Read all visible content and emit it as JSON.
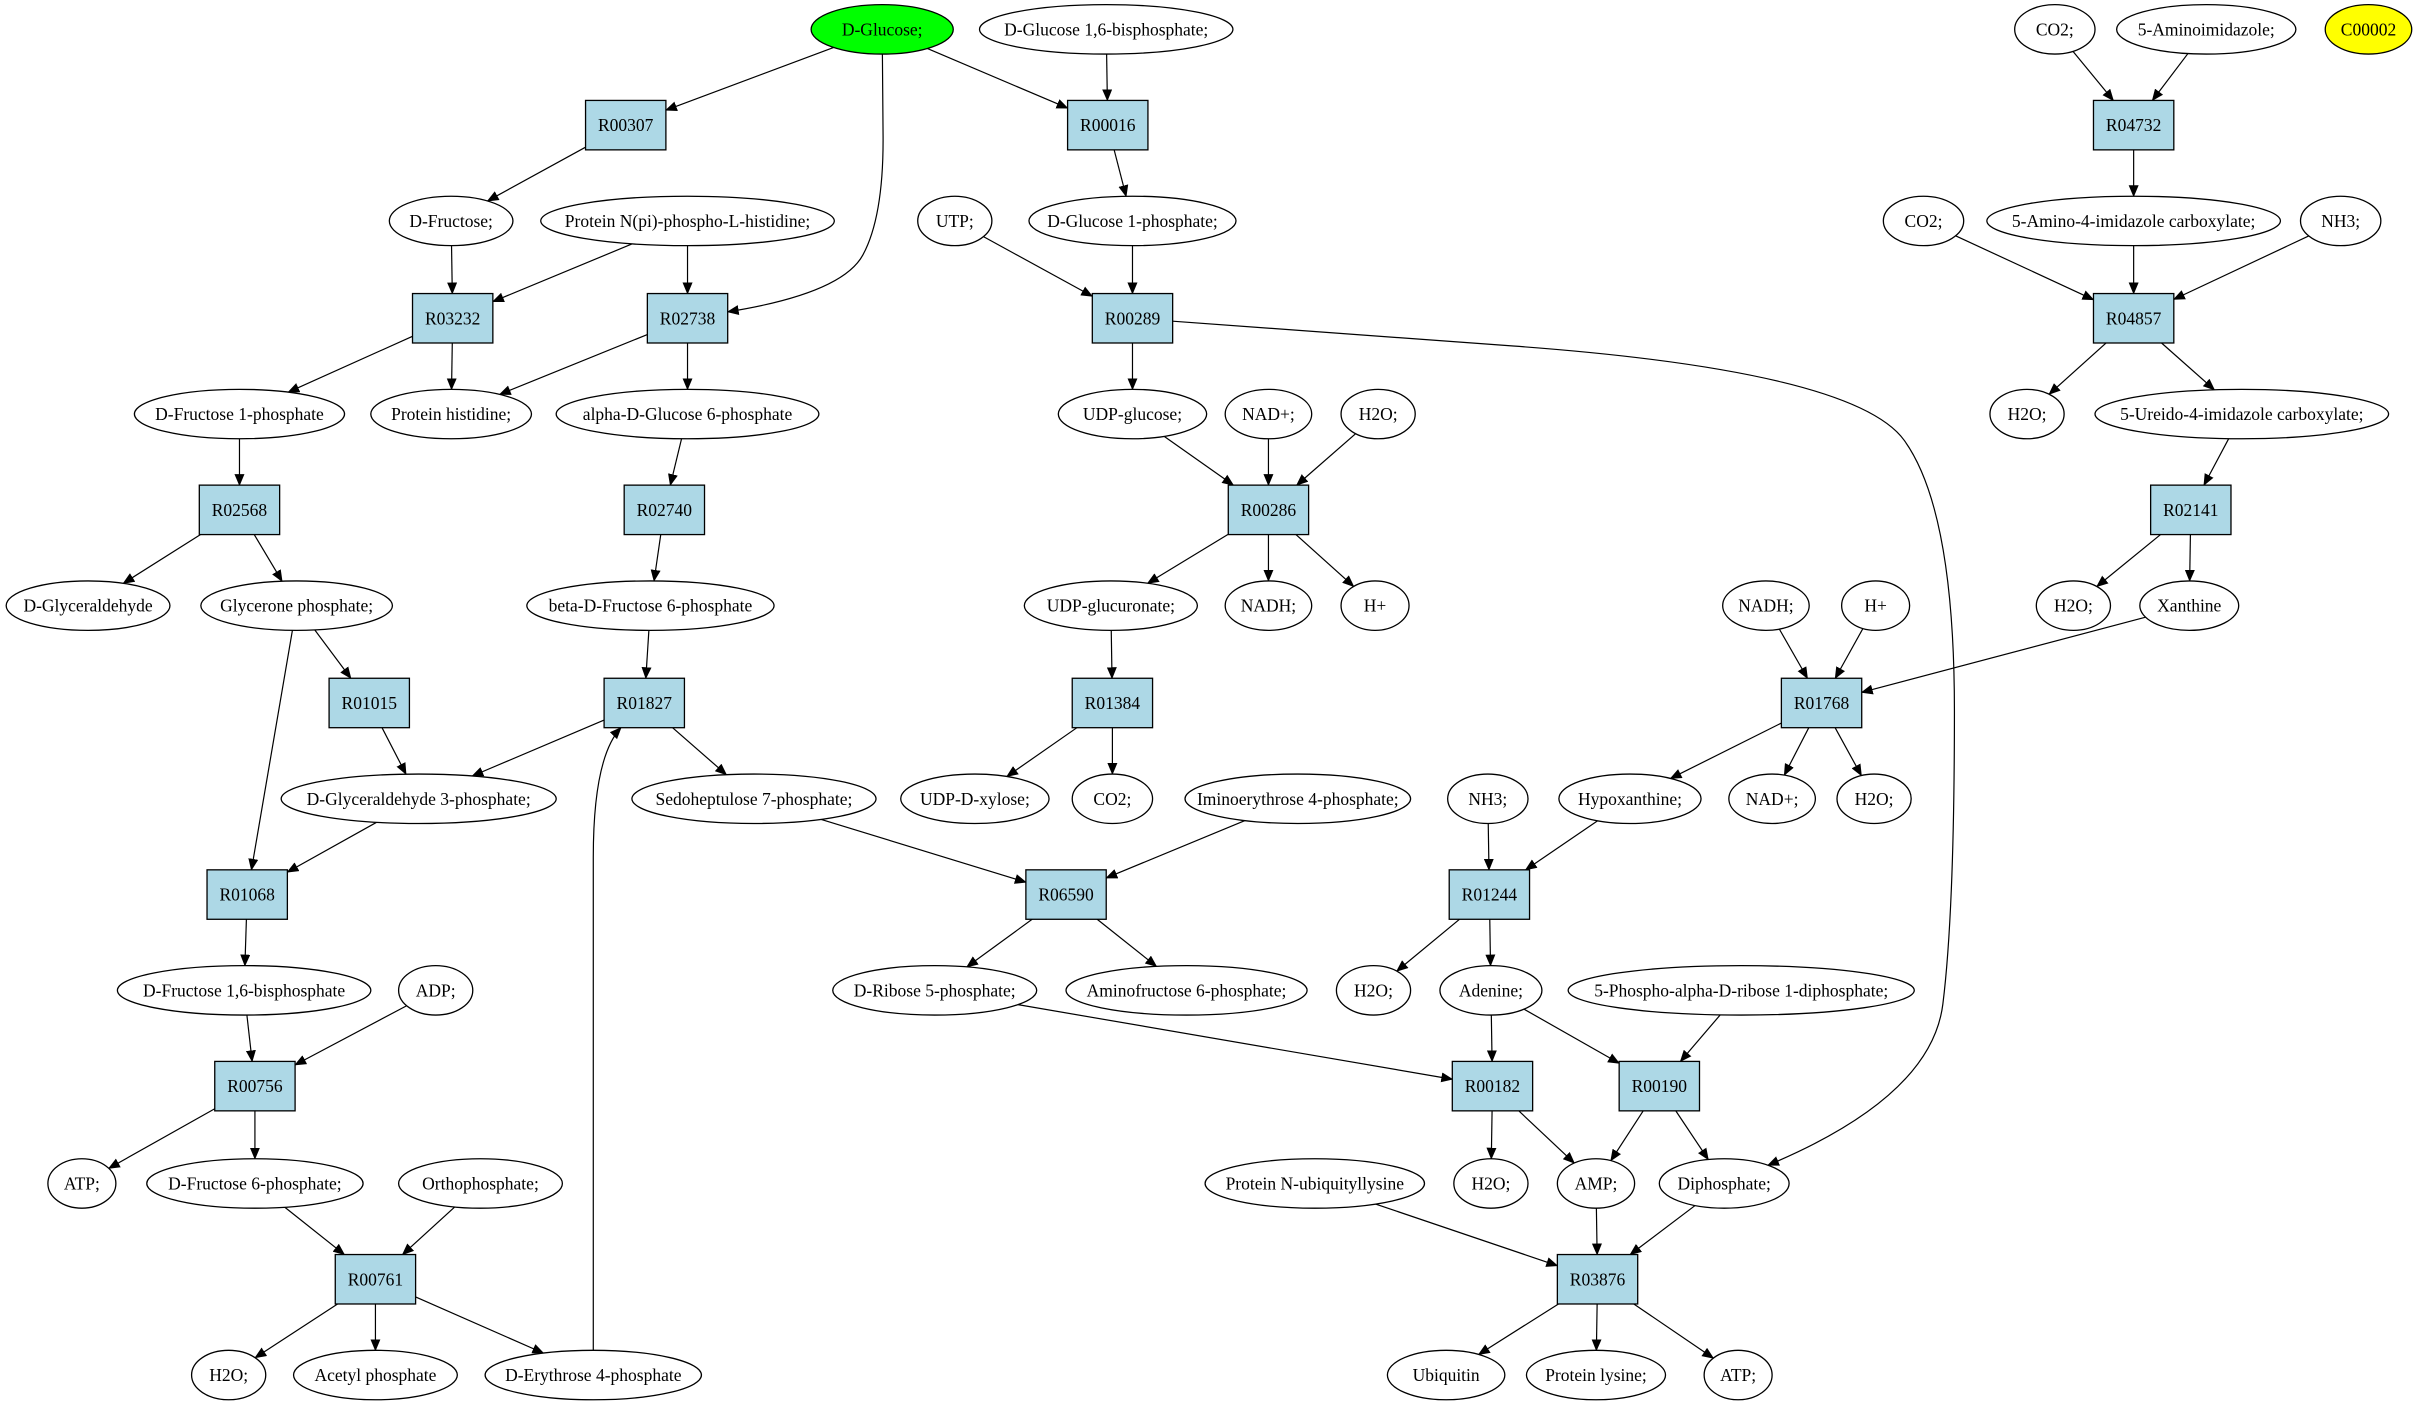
{
  "colors": {
    "reaction_fill": "#add8e6",
    "compound_fill": "#ffffff",
    "start_compound_fill": "#00ff00",
    "isolated_compound_fill": "#ffff00",
    "stroke": "#000000"
  },
  "nodes": [
    {
      "id": "D-Glucose;",
      "kind": "compound",
      "highlight": "start"
    },
    {
      "id": "D-Glucose 1,6-bisphosphate;",
      "kind": "compound"
    },
    {
      "id": "CO2;",
      "key": "co2_top",
      "kind": "compound"
    },
    {
      "id": "5-Aminoimidazole;",
      "kind": "compound"
    },
    {
      "id": "C00002",
      "kind": "compound",
      "highlight": "isolated"
    },
    {
      "id": "R00307",
      "kind": "reaction"
    },
    {
      "id": "R00016",
      "kind": "reaction"
    },
    {
      "id": "R04732",
      "kind": "reaction"
    },
    {
      "id": "D-Fructose;",
      "kind": "compound"
    },
    {
      "id": "Protein N(pi)-phospho-L-histidine;",
      "kind": "compound"
    },
    {
      "id": "UTP;",
      "kind": "compound"
    },
    {
      "id": "D-Glucose 1-phosphate;",
      "kind": "compound"
    },
    {
      "id": "CO2;",
      "key": "co2_mid",
      "kind": "compound"
    },
    {
      "id": "5-Amino-4-imidazole carboxylate;",
      "kind": "compound"
    },
    {
      "id": "NH3;",
      "key": "nh3_top",
      "kind": "compound"
    },
    {
      "id": "R03232",
      "kind": "reaction"
    },
    {
      "id": "R02738",
      "kind": "reaction"
    },
    {
      "id": "R00289",
      "kind": "reaction"
    },
    {
      "id": "R04857",
      "kind": "reaction"
    },
    {
      "id": "D-Fructose 1-phosphate",
      "kind": "compound"
    },
    {
      "id": "Protein histidine;",
      "kind": "compound"
    },
    {
      "id": "alpha-D-Glucose 6-phosphate",
      "kind": "compound"
    },
    {
      "id": "UDP-glucose;",
      "kind": "compound"
    },
    {
      "id": "NAD+;",
      "key": "nadp_top",
      "kind": "compound"
    },
    {
      "id": "H2O;",
      "key": "h2o_a",
      "kind": "compound"
    },
    {
      "id": "H2O;",
      "key": "h2o_b",
      "kind": "compound"
    },
    {
      "id": "5-Ureido-4-imidazole carboxylate;",
      "kind": "compound"
    },
    {
      "id": "R02568",
      "kind": "reaction"
    },
    {
      "id": "R02740",
      "kind": "reaction"
    },
    {
      "id": "R00286",
      "kind": "reaction"
    },
    {
      "id": "R02141",
      "kind": "reaction"
    },
    {
      "id": "D-Glyceraldehyde",
      "kind": "compound"
    },
    {
      "id": "Glycerone phosphate;",
      "kind": "compound"
    },
    {
      "id": "beta-D-Fructose 6-phosphate",
      "kind": "compound"
    },
    {
      "id": "UDP-glucuronate;",
      "kind": "compound"
    },
    {
      "id": "NADH;",
      "key": "nadh_a",
      "kind": "compound"
    },
    {
      "id": "H+",
      "key": "hplus_a",
      "kind": "compound"
    },
    {
      "id": "NADH;",
      "key": "nadh_b",
      "kind": "compound"
    },
    {
      "id": "H+",
      "key": "hplus_b",
      "kind": "compound"
    },
    {
      "id": "H2O;",
      "key": "h2o_c",
      "kind": "compound"
    },
    {
      "id": "Xanthine",
      "kind": "compound"
    },
    {
      "id": "R01015",
      "kind": "reaction"
    },
    {
      "id": "R01827",
      "kind": "reaction"
    },
    {
      "id": "R01384",
      "kind": "reaction"
    },
    {
      "id": "R01768",
      "kind": "reaction"
    },
    {
      "id": "D-Glyceraldehyde 3-phosphate;",
      "kind": "compound"
    },
    {
      "id": "Sedoheptulose 7-phosphate;",
      "kind": "compound"
    },
    {
      "id": "UDP-D-xylose;",
      "kind": "compound"
    },
    {
      "id": "CO2;",
      "key": "co2_low",
      "kind": "compound"
    },
    {
      "id": "Iminoerythrose 4-phosphate;",
      "kind": "compound"
    },
    {
      "id": "NH3;",
      "key": "nh3_low",
      "kind": "compound"
    },
    {
      "id": "Hypoxanthine;",
      "kind": "compound"
    },
    {
      "id": "NAD+;",
      "key": "nadp_low",
      "kind": "compound"
    },
    {
      "id": "H2O;",
      "key": "h2o_d",
      "kind": "compound"
    },
    {
      "id": "R01068",
      "kind": "reaction"
    },
    {
      "id": "R06590",
      "kind": "reaction"
    },
    {
      "id": "R01244",
      "kind": "reaction"
    },
    {
      "id": "D-Fructose 1,6-bisphosphate",
      "kind": "compound"
    },
    {
      "id": "ADP;",
      "kind": "compound"
    },
    {
      "id": "D-Ribose 5-phosphate;",
      "kind": "compound"
    },
    {
      "id": "Aminofructose 6-phosphate;",
      "kind": "compound"
    },
    {
      "id": "H2O;",
      "key": "h2o_e",
      "kind": "compound"
    },
    {
      "id": "Adenine;",
      "kind": "compound"
    },
    {
      "id": "5-Phospho-alpha-D-ribose 1-diphosphate;",
      "kind": "compound"
    },
    {
      "id": "R00756",
      "kind": "reaction"
    },
    {
      "id": "R00182",
      "kind": "reaction"
    },
    {
      "id": "R00190",
      "kind": "reaction"
    },
    {
      "id": "ATP;",
      "key": "atp_a",
      "kind": "compound"
    },
    {
      "id": "D-Fructose 6-phosphate;",
      "kind": "compound"
    },
    {
      "id": "Orthophosphate;",
      "kind": "compound"
    },
    {
      "id": "Protein N-ubiquityllysine",
      "kind": "compound"
    },
    {
      "id": "H2O;",
      "key": "h2o_f",
      "kind": "compound"
    },
    {
      "id": "AMP;",
      "kind": "compound"
    },
    {
      "id": "Diphosphate;",
      "kind": "compound"
    },
    {
      "id": "R00761",
      "kind": "reaction"
    },
    {
      "id": "R03876",
      "kind": "reaction"
    },
    {
      "id": "H2O;",
      "key": "h2o_g",
      "kind": "compound"
    },
    {
      "id": "Acetyl phosphate",
      "kind": "compound"
    },
    {
      "id": "D-Erythrose 4-phosphate",
      "kind": "compound"
    },
    {
      "id": "Ubiquitin",
      "kind": "compound"
    },
    {
      "id": "Protein lysine;",
      "kind": "compound"
    },
    {
      "id": "ATP;",
      "key": "atp_b",
      "kind": "compound"
    }
  ],
  "edges": [
    [
      "D-Glucose;",
      "R00307"
    ],
    [
      "D-Glucose;",
      "R00016"
    ],
    [
      "D-Glucose;",
      "R02738"
    ],
    [
      "D-Glucose 1,6-bisphosphate;",
      "R00016"
    ],
    [
      "co2_top",
      "R04732"
    ],
    [
      "5-Aminoimidazole;",
      "R04732"
    ],
    [
      "R00307",
      "D-Fructose;"
    ],
    [
      "R00016",
      "D-Glucose 1-phosphate;"
    ],
    [
      "R04732",
      "5-Amino-4-imidazole carboxylate;"
    ],
    [
      "D-Fructose;",
      "R03232"
    ],
    [
      "Protein N(pi)-phospho-L-histidine;",
      "R03232"
    ],
    [
      "Protein N(pi)-phospho-L-histidine;",
      "R02738"
    ],
    [
      "UTP;",
      "R00289"
    ],
    [
      "D-Glucose 1-phosphate;",
      "R00289"
    ],
    [
      "co2_mid",
      "R04857"
    ],
    [
      "5-Amino-4-imidazole carboxylate;",
      "R04857"
    ],
    [
      "nh3_top",
      "R04857"
    ],
    [
      "R03232",
      "D-Fructose 1-phosphate"
    ],
    [
      "R03232",
      "Protein histidine;"
    ],
    [
      "R02738",
      "Protein histidine;"
    ],
    [
      "R02738",
      "alpha-D-Glucose 6-phosphate"
    ],
    [
      "R00289",
      "UDP-glucose;"
    ],
    [
      "R00289",
      "Diphosphate;"
    ],
    [
      "R04857",
      "h2o_b"
    ],
    [
      "R04857",
      "5-Ureido-4-imidazole carboxylate;"
    ],
    [
      "D-Fructose 1-phosphate",
      "R02568"
    ],
    [
      "alpha-D-Glucose 6-phosphate",
      "R02740"
    ],
    [
      "UDP-glucose;",
      "R00286"
    ],
    [
      "nadp_top",
      "R00286"
    ],
    [
      "h2o_a",
      "R00286"
    ],
    [
      "5-Ureido-4-imidazole carboxylate;",
      "R02141"
    ],
    [
      "R02568",
      "D-Glyceraldehyde"
    ],
    [
      "R02568",
      "Glycerone phosphate;"
    ],
    [
      "R02740",
      "beta-D-Fructose 6-phosphate"
    ],
    [
      "R00286",
      "UDP-glucuronate;"
    ],
    [
      "R00286",
      "nadh_a"
    ],
    [
      "R00286",
      "hplus_a"
    ],
    [
      "R02141",
      "h2o_c"
    ],
    [
      "R02141",
      "Xanthine"
    ],
    [
      "Glycerone phosphate;",
      "R01015"
    ],
    [
      "Glycerone phosphate;",
      "R01068"
    ],
    [
      "beta-D-Fructose 6-phosphate",
      "R01827"
    ],
    [
      "UDP-glucuronate;",
      "R01384"
    ],
    [
      "nadh_b",
      "R01768"
    ],
    [
      "hplus_b",
      "R01768"
    ],
    [
      "Xanthine",
      "R01768"
    ],
    [
      "R01015",
      "D-Glyceraldehyde 3-phosphate;"
    ],
    [
      "R01827",
      "D-Glyceraldehyde 3-phosphate;"
    ],
    [
      "R01827",
      "Sedoheptulose 7-phosphate;"
    ],
    [
      "R01384",
      "UDP-D-xylose;"
    ],
    [
      "R01384",
      "co2_low"
    ],
    [
      "R01768",
      "Hypoxanthine;"
    ],
    [
      "R01768",
      "nadp_low"
    ],
    [
      "R01768",
      "h2o_d"
    ],
    [
      "D-Glyceraldehyde 3-phosphate;",
      "R01068"
    ],
    [
      "Sedoheptulose 7-phosphate;",
      "R06590"
    ],
    [
      "Iminoerythrose 4-phosphate;",
      "R06590"
    ],
    [
      "nh3_low",
      "R01244"
    ],
    [
      "Hypoxanthine;",
      "R01244"
    ],
    [
      "R01068",
      "D-Fructose 1,6-bisphosphate"
    ],
    [
      "R06590",
      "D-Ribose 5-phosphate;"
    ],
    [
      "R06590",
      "Aminofructose 6-phosphate;"
    ],
    [
      "R01244",
      "h2o_e"
    ],
    [
      "R01244",
      "Adenine;"
    ],
    [
      "D-Fructose 1,6-bisphosphate",
      "R00756"
    ],
    [
      "ADP;",
      "R00756"
    ],
    [
      "D-Ribose 5-phosphate;",
      "R00182"
    ],
    [
      "Adenine;",
      "R00182"
    ],
    [
      "Adenine;",
      "R00190"
    ],
    [
      "5-Phospho-alpha-D-ribose 1-diphosphate;",
      "R00190"
    ],
    [
      "R00756",
      "atp_a"
    ],
    [
      "R00756",
      "D-Fructose 6-phosphate;"
    ],
    [
      "R00182",
      "h2o_f"
    ],
    [
      "R00182",
      "AMP;"
    ],
    [
      "R00190",
      "AMP;"
    ],
    [
      "R00190",
      "Diphosphate;"
    ],
    [
      "D-Fructose 6-phosphate;",
      "R00761"
    ],
    [
      "Orthophosphate;",
      "R00761"
    ],
    [
      "Protein N-ubiquityllysine",
      "R03876"
    ],
    [
      "AMP;",
      "R03876"
    ],
    [
      "Diphosphate;",
      "R03876"
    ],
    [
      "R00761",
      "h2o_g"
    ],
    [
      "R00761",
      "Acetyl phosphate"
    ],
    [
      "R00761",
      "D-Erythrose 4-phosphate"
    ],
    [
      "D-Erythrose 4-phosphate",
      "R01827"
    ],
    [
      "R03876",
      "Ubiquitin"
    ],
    [
      "R03876",
      "Protein lysine;"
    ],
    [
      "R03876",
      "atp_b"
    ]
  ]
}
